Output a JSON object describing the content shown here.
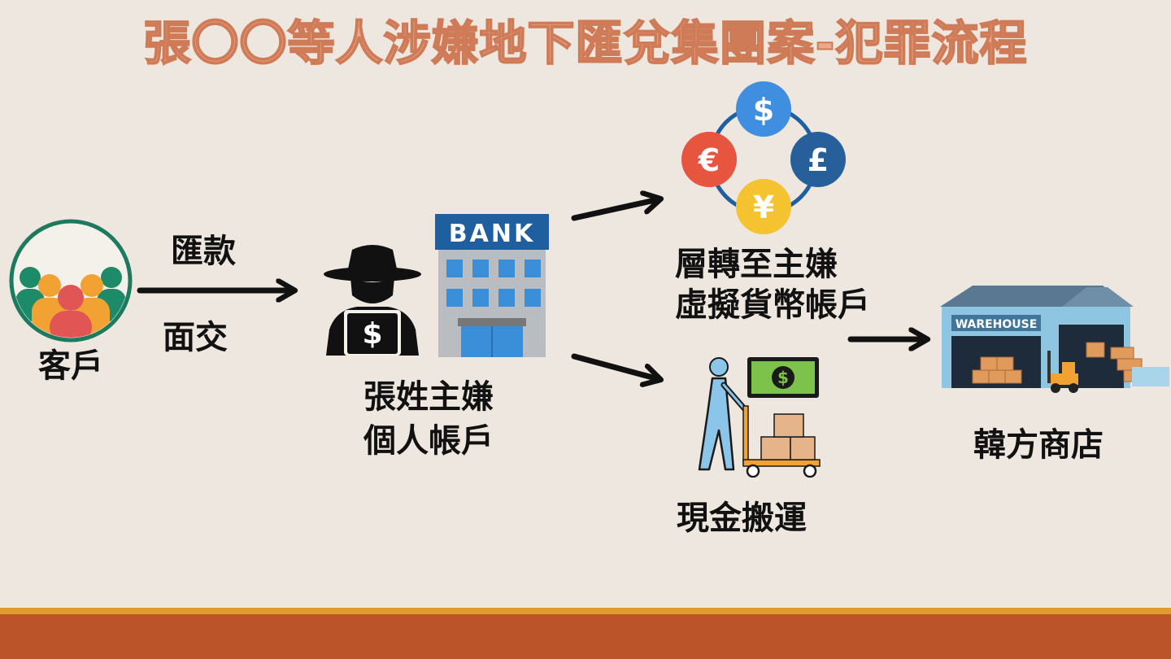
{
  "title": "張〇〇等人涉嫌地下匯兌集團案-犯罪流程",
  "nodes": {
    "customer": "客戶",
    "suspect_account_line1": "張姓主嫌",
    "suspect_account_line2": "個人帳戶",
    "crypto_line1": "層轉至主嫌",
    "crypto_line2": "虛擬貨幣帳戶",
    "cash": "現金搬運",
    "korean_store": "韓方商店"
  },
  "edges": {
    "remit": "匯款",
    "face_to_face": "面交"
  },
  "icon_text": {
    "bank_sign": "BANK",
    "warehouse_sign": "WAREHOUSE"
  },
  "icons": [
    "customers-group-icon",
    "hacker-laptop-icon",
    "bank-building-icon",
    "currency-exchange-icon",
    "cash-cart-worker-icon",
    "warehouse-icon"
  ],
  "colors": {
    "title": "#eda88a",
    "background": "#ede7df",
    "footer": "#bb5428",
    "footer_line": "#e39a2d"
  }
}
